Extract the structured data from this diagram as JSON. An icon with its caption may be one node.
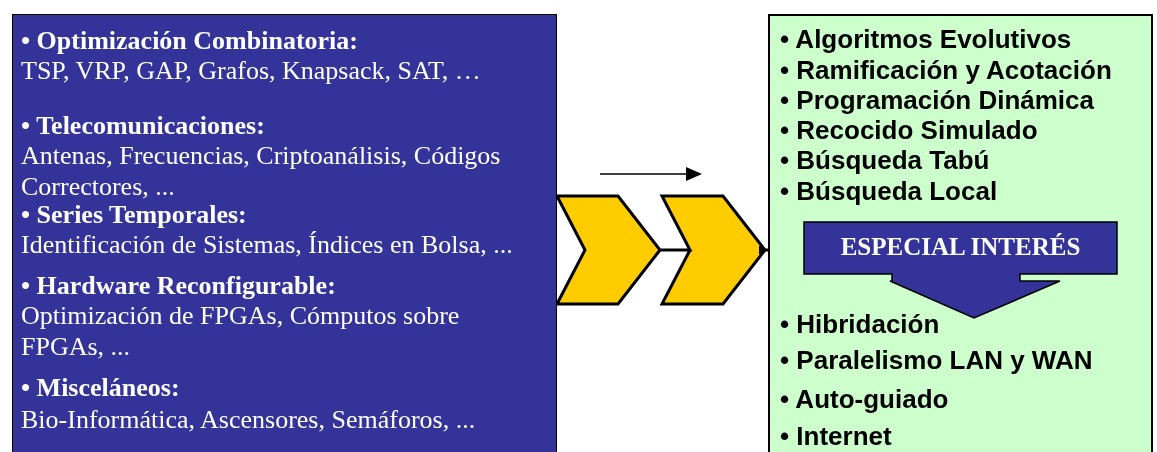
{
  "diagram": {
    "nodes": [
      {
        "text": [
          "• Optimización Combinatoria:",
          "TSP, VRP, GAP, Grafos, Knapsack, SAT, …",
          "• Telecomunicaciones:",
          "Antenas, Frecuencias, Criptoanálisis, Códigos Correctores, ...",
          "• Series Temporales:",
          "Identificación de Sistemas, Índices en Bolsa, ...",
          "• Hardware Reconfigurable:",
          "Optimización de FPGAs, Cómputos sobre FPGAs, ...",
          "• Misceláneos:",
          "Bio-Informática, Ascensores, Semáforos, ..."
        ]
      },
      {
        "text": [
          "• Algoritmos Evolutivos",
          "• Ramificación y Acotación",
          "• Programación Dinámica",
          "• Recocido Simulado",
          "• Búsqueda Tabú",
          "• Búsqueda Local",
          "• Hibridación",
          "• Paralelismo LAN y WAN",
          "• Auto-guiado",
          "• Internet"
        ]
      },
      {
        "text": [
          "ESPECIAL INTERÉS"
        ],
        "in": 1
      }
    ],
    "edges": [
      {
        "from": 0,
        "to": 1,
        "arrow": "to"
      }
    ]
  }
}
